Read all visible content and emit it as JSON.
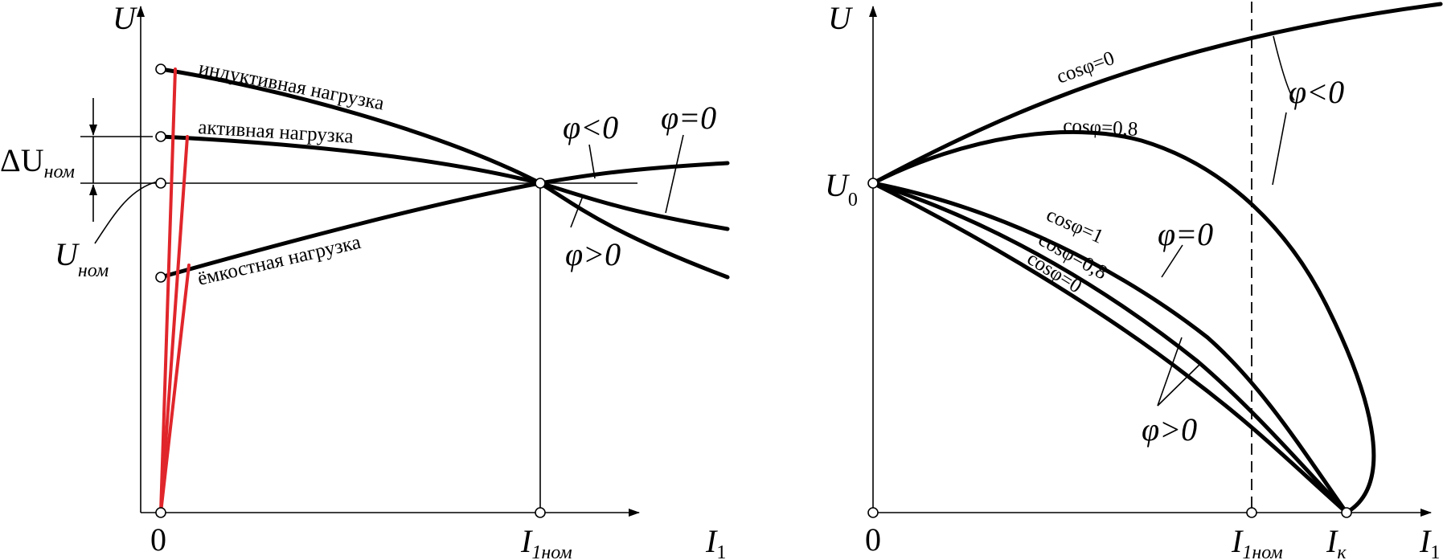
{
  "colors": {
    "ink": "#000000",
    "accent_red": "#e0262b",
    "background": "#ffffff"
  },
  "left": {
    "y_axis_label": "U",
    "x_axis_label": "I",
    "x_axis_label_sub": "1",
    "origin_label": "0",
    "i1nom_label": "I",
    "i1nom_label_sub": "1ном",
    "delta_u_label": "ΔU",
    "delta_u_sub": "ном",
    "unom_label": "U",
    "unom_sub": "ном",
    "curve_labels": {
      "inductive": "индуктивная нагрузка",
      "active": "активная нагрузка",
      "capacitive": "ёмкостная нагрузка"
    },
    "phi_labels": {
      "neg": "φ<0",
      "zero": "φ=0",
      "pos": "φ>0"
    }
  },
  "right": {
    "y_axis_label": "U",
    "x_axis_label": "I",
    "x_axis_label_sub": "1",
    "origin_label": "0",
    "u0_label": "U",
    "u0_sub": "0",
    "i1nom_label": "I",
    "i1nom_label_sub": "1ном",
    "ik_label": "I",
    "ik_label_sub": "к",
    "curve_labels": {
      "cos0_top": "cosφ=0",
      "cos08_top": "cosφ=0,8",
      "cos1": "cosφ=1",
      "cos08_bottom": "cosφ=0,8",
      "cos0_bottom": "cosφ=0"
    },
    "phi_labels": {
      "neg": "φ<0",
      "zero": "φ=0",
      "pos": "φ>0"
    }
  }
}
